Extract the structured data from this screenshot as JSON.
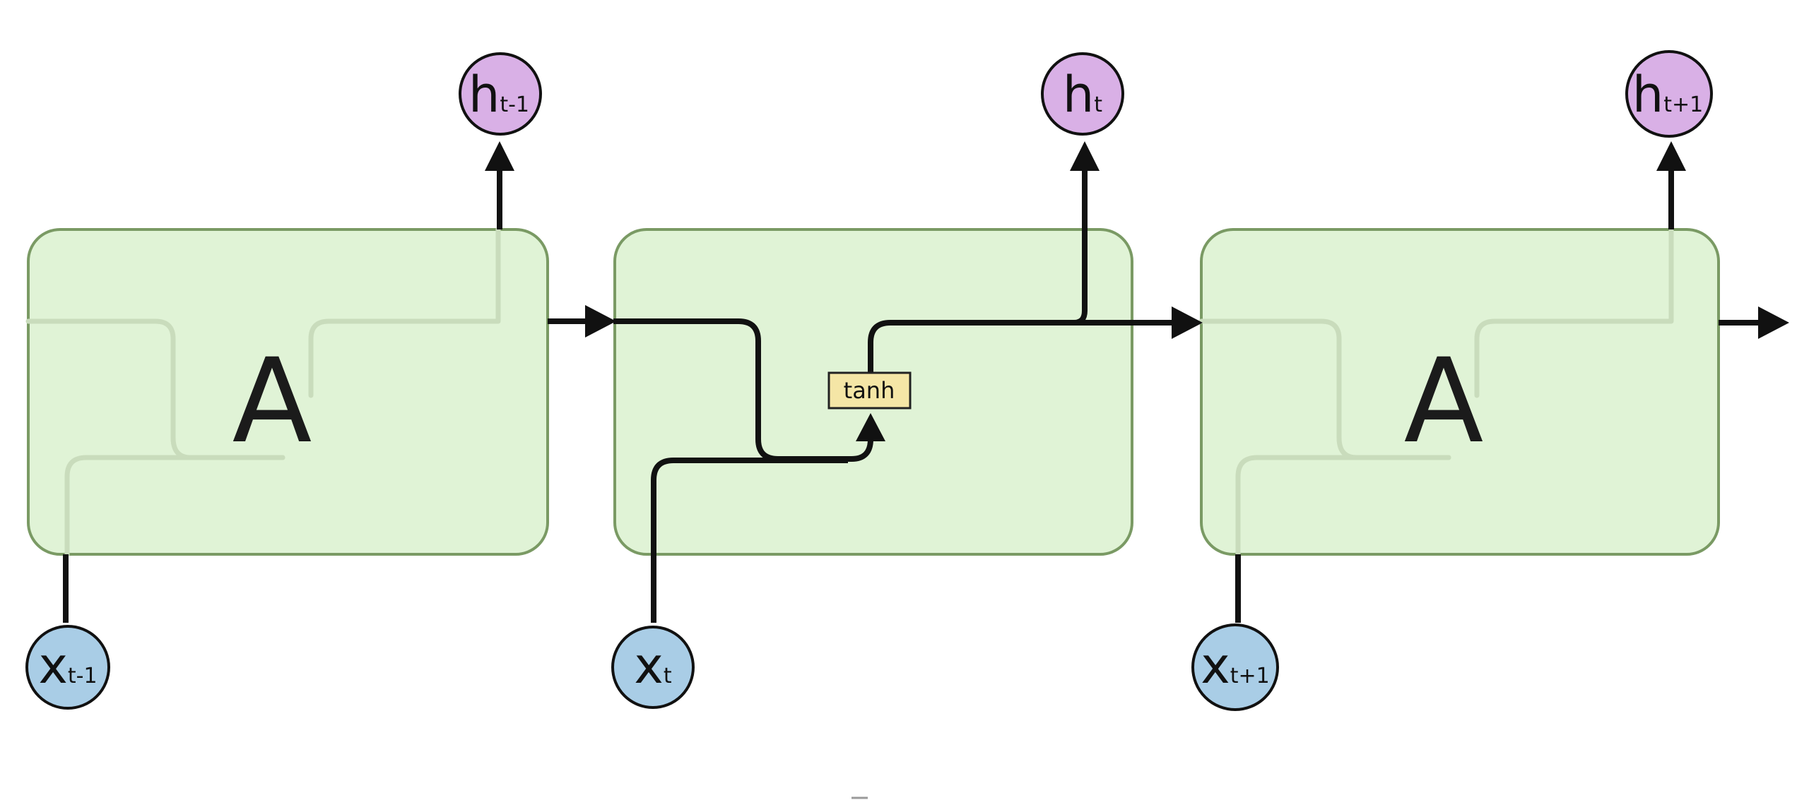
{
  "cells": [
    {
      "label": "A"
    },
    {
      "label": ""
    },
    {
      "label": "A"
    }
  ],
  "activation": {
    "label": "tanh"
  },
  "outputs": [
    {
      "main": "h",
      "sub": "t-1"
    },
    {
      "main": "h",
      "sub": "t"
    },
    {
      "main": "h",
      "sub": "t+1"
    }
  ],
  "inputs": [
    {
      "main": "x",
      "sub": "t-1"
    },
    {
      "main": "x",
      "sub": "t"
    },
    {
      "main": "x",
      "sub": "t+1"
    }
  ],
  "colors": {
    "cell_fill": "#e0f3d6",
    "cell_stroke": "#7a9a64",
    "output_node": "#d9b0e6",
    "input_node": "#a9cde6",
    "activation_fill": "#f5e6a6",
    "wire": "#111111"
  }
}
